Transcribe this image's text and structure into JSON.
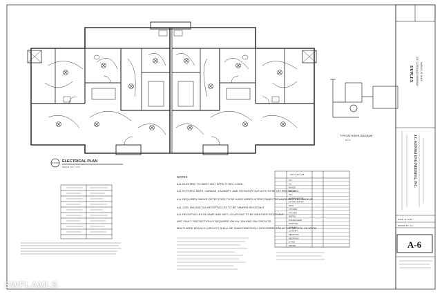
{
  "plan": {
    "title": "ELECTRICAL PLAN",
    "scale": "SCALE: 1/4\" = 1'-0\""
  },
  "riser": {
    "title": "TYPICAL RISER DIAGRAM",
    "scale": "N.T.S."
  },
  "notes": {
    "heading": "NOTES",
    "items": [
      "ALL ELECTRIC TO MEET 2017 NFPA 70 NEC CODE.",
      "ALL KITCHEN, BATH, GARAGE, LAUNDRY, AND OUTDOOR OUTLETS TO BE GFI PROTECTED.",
      "ALL REQUIRED SMOKE DETECTORS TO BE HARD WIRED INTERCONNECTED WITH BATTERY BACKUP.",
      "ALL 125V 15A AND 20A RECEPTACLES TO BE TAMPER RESISTANT.",
      "ALL RECEPTACLES IN DAMP AND WET LOCATIONS TO BE WEATHER RESISTANT.",
      "ARC FAULT PROTECTION IS REQUIRED ON ALL 15A AND 20A CIRCUITS.",
      "MULTI-WIRE BRANCH CIRCUITS SHALL BE SIMULTANEOUSLY DISCONNECTED AT THE METER LOCATION."
    ]
  },
  "panel": {
    "title": "120 / 240 V 1Ø",
    "rows": [
      "A/C",
      "A/C",
      "RANGE",
      "DRYER",
      "W/H",
      "WATER HEATER",
      "WATER HEATER",
      "BATH",
      "KITCHEN",
      "KITCHEN",
      "REFRIG",
      "DISHWASHER",
      "DISPOSAL",
      "GARAGE",
      "LAUNDRY",
      "BEDROOM",
      "BEDROOM",
      "LIVING",
      "SMOKE"
    ]
  },
  "titleblock": {
    "sheet": "A-6",
    "firm": "J.C. KONSKI ENGINEERING, INC.",
    "project": "DUPLEX",
    "address": "5237 CORONADO PARKWAY",
    "city": "NAPLES, FL 34116",
    "date_label": "DATE: 11-15-18",
    "drawn_label": "DRAWN BY: ALL"
  },
  "watermark": "SWFLAMLS"
}
